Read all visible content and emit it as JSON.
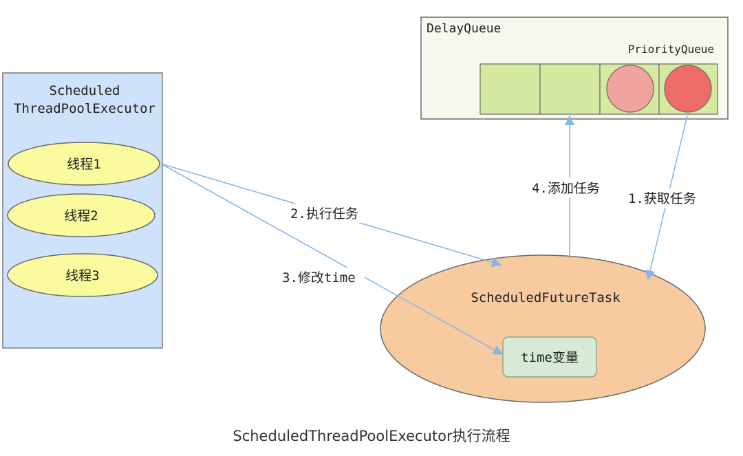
{
  "executor": {
    "title_line1": "Scheduled",
    "title_line2": "ThreadPoolExecutor",
    "threads": [
      "线程1",
      "线程2",
      "线程3"
    ]
  },
  "queue": {
    "title": "DelayQueue",
    "inner_label": "PriorityQueue"
  },
  "task": {
    "title": "ScheduledFutureTask",
    "field": "time变量"
  },
  "steps": {
    "get_task": "1.获取任务",
    "run_task": "2.执行任务",
    "modify_time": "3.修改time",
    "add_task": "4.添加任务"
  },
  "caption": "ScheduledThreadPoolExecutor执行流程",
  "colors": {
    "executor_fill": "#cfe2fb",
    "thread_fill": "#fafa9e",
    "queue_fill": "#f8f8ee",
    "slot_fill": "#d5eaa0",
    "ball_light": "#f1a3a0",
    "ball_dark": "#ee6c68",
    "task_fill": "#f8caa0",
    "field_fill": "#d7ead6",
    "arrow": "#85b7ea"
  }
}
